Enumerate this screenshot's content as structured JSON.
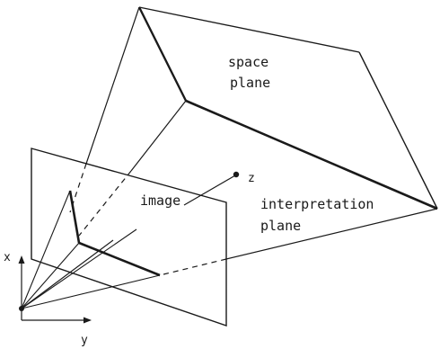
{
  "labels": {
    "space_plane_line1": "space",
    "space_plane_line2": "plane",
    "interpretation_line1": "interpretation",
    "interpretation_line2": "plane",
    "image": "image",
    "z": "z",
    "x": "x",
    "y": "y"
  },
  "colors": {
    "ink": "#1a1a1a",
    "background": "#ffffff"
  }
}
